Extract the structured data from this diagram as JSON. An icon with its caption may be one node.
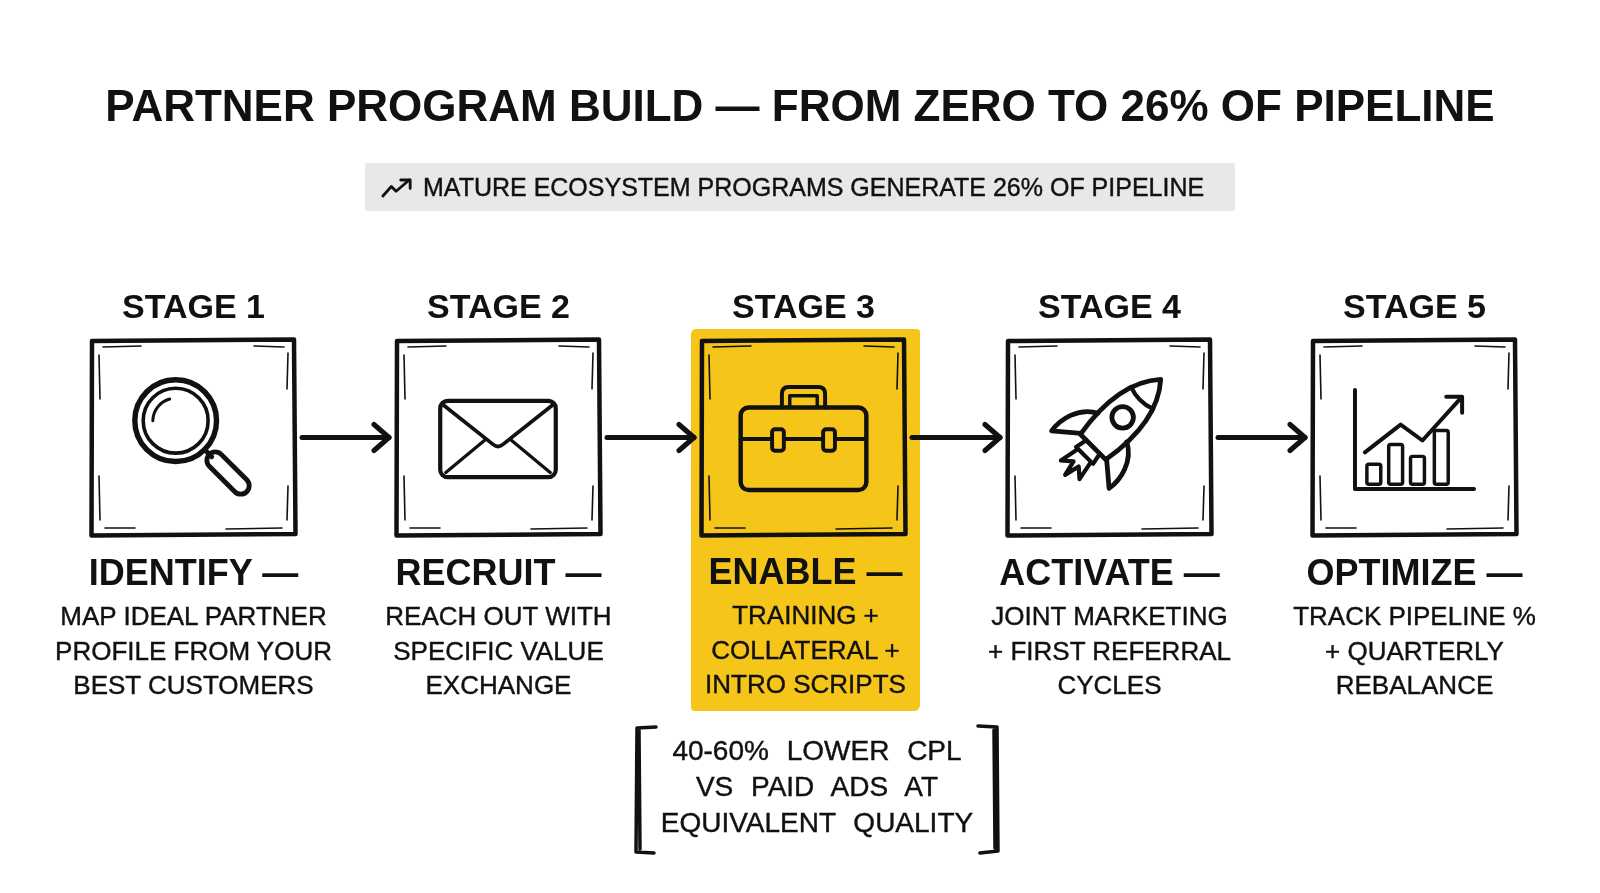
{
  "diagram": {
    "title": "PARTNER PROGRAM BUILD — FROM ZERO TO 26% OF PIPELINE",
    "nodes": [
      {
        "text": [
          "MATURE ECOSYSTEM PROGRAMS GENERATE 26% OF PIPELINE"
        ]
      },
      {
        "text": [
          "STAGE 1"
        ],
        "beside": [
          "IDENTIFY —",
          "MAP IDEAL PARTNER PROFILE FROM YOUR BEST CUSTOMERS"
        ]
      },
      {
        "text": [
          "STAGE 2"
        ],
        "beside": [
          "RECRUIT —",
          "REACH OUT WITH SPECIFIC VALUE EXCHANGE"
        ]
      },
      {
        "text": [
          "ENABLE —",
          "TRAINING + COLLATERAL + INTRO SCRIPTS"
        ]
      },
      {
        "text": [
          "STAGE 3"
        ],
        "in": 3
      },
      {
        "text": [
          "STAGE 4"
        ],
        "beside": [
          "ACTIVATE —",
          "JOINT MARKETING + FIRST REFERRAL CYCLES"
        ]
      },
      {
        "text": [
          "STAGE 5"
        ],
        "beside": [
          "OPTIMIZE —",
          "TRACK PIPELINE % + QUARTERLY REBALANCE"
        ]
      },
      {
        "text": [
          "40-60% LOWER CPL VS PAID ADS AT EQUIVALENT QUALITY"
        ]
      }
    ],
    "edges": [
      {
        "from": 1,
        "to": 2,
        "arrow": "to"
      },
      {
        "from": 2,
        "to": 4,
        "arrow": "to"
      },
      {
        "from": 4,
        "to": 5,
        "arrow": "to"
      },
      {
        "from": 5,
        "to": 6,
        "arrow": "to"
      }
    ]
  }
}
